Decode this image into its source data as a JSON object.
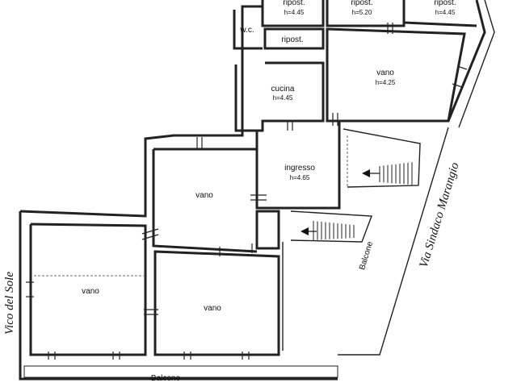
{
  "rooms": {
    "ripost_top_left": {
      "name": "ripost.",
      "height": "h=4.45"
    },
    "ripost_top_mid": {
      "name": "ripost.",
      "height": "h=5.20"
    },
    "ripost_top_right": {
      "name": "ripost.",
      "height": "h=4.45"
    },
    "wc": {
      "name": "w.c."
    },
    "ripost_small": {
      "name": "ripost."
    },
    "cucina": {
      "name": "cucina",
      "height": "h=4.45"
    },
    "vano_upper_right": {
      "name": "vano",
      "height": "h=4.25"
    },
    "ingresso": {
      "name": "ingresso",
      "height": "h=4.65"
    },
    "vano_center": {
      "name": "vano"
    },
    "vano_lower_left": {
      "name": "vano"
    },
    "vano_lower_mid": {
      "name": "vano"
    }
  },
  "balconies": {
    "bottom": "Balcone",
    "right": "Balcone"
  },
  "streets": {
    "left": "Vico del Sole",
    "right": "Via Sindaco Marangio"
  }
}
